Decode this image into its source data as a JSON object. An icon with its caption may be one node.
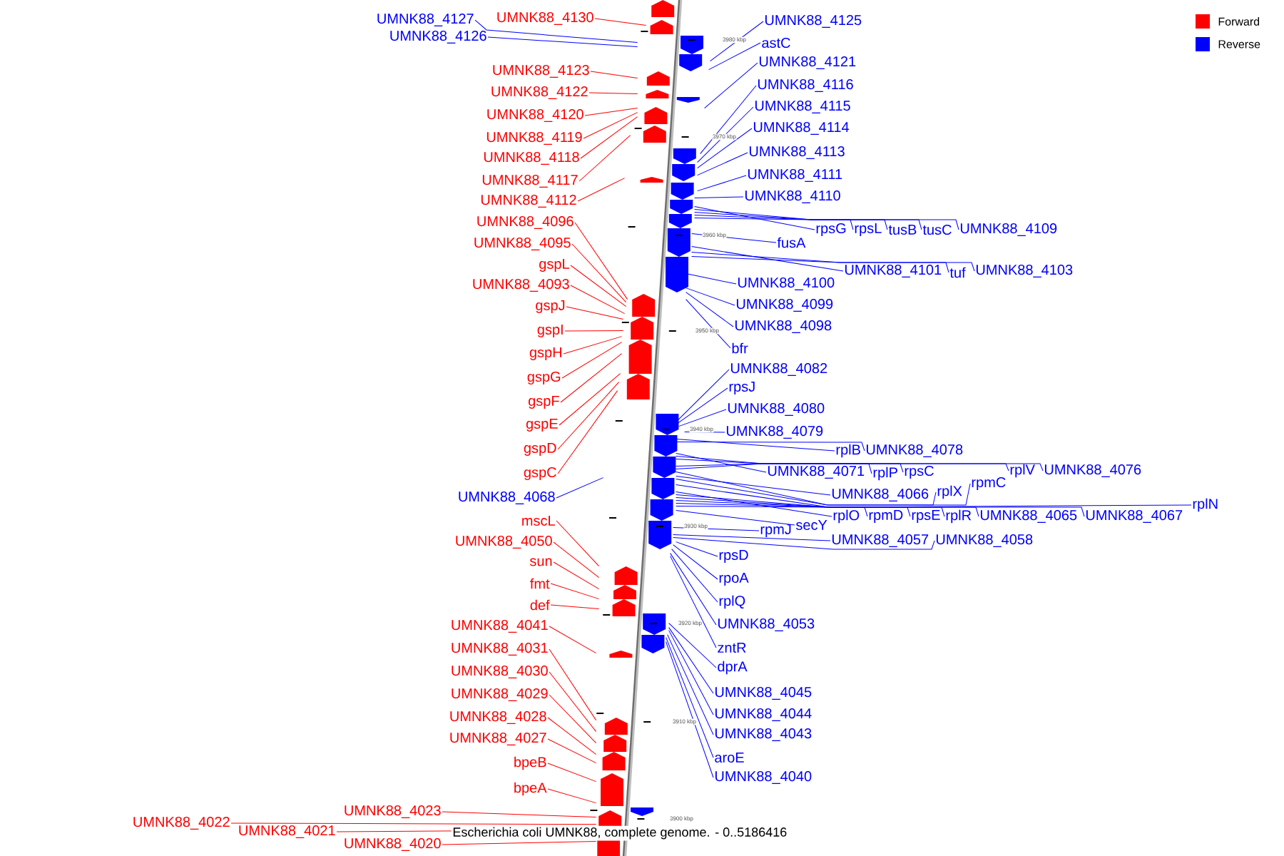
{
  "diagram": {
    "caption": "Escherichia coli UMNK88, complete genome. - 0..5186416",
    "nodes": [
      {
        "text": [
          "UMNK88_4127"
        ]
      },
      {
        "text": [
          "UMNK88_4130"
        ]
      },
      {
        "text": [
          "UMNK88_4126"
        ]
      },
      {
        "text": [
          "UMNK88_4123"
        ]
      },
      {
        "text": [
          "UMNK88_4122"
        ]
      },
      {
        "text": [
          "UMNK88_4120"
        ]
      },
      {
        "text": [
          "UMNK88_4119"
        ]
      },
      {
        "text": [
          "UMNK88_4118"
        ]
      },
      {
        "text": [
          "UMNK88_4117"
        ]
      },
      {
        "text": [
          "UMNK88_4112"
        ]
      },
      {
        "text": [
          "UMNK88_4096"
        ]
      },
      {
        "text": [
          "UMNK88_4095"
        ]
      },
      {
        "text": [
          "gspL"
        ]
      },
      {
        "text": [
          "UMNK88_4093"
        ]
      },
      {
        "text": [
          "gspJ"
        ]
      },
      {
        "text": [
          "gspI"
        ]
      },
      {
        "text": [
          "gspH"
        ]
      },
      {
        "text": [
          "gspG"
        ]
      },
      {
        "text": [
          "gspF"
        ]
      },
      {
        "text": [
          "gspE"
        ]
      },
      {
        "text": [
          "gspD"
        ]
      },
      {
        "text": [
          "gspC"
        ]
      },
      {
        "text": [
          "UMNK88_4068"
        ]
      },
      {
        "text": [
          "mscL"
        ]
      },
      {
        "text": [
          "UMNK88_4050"
        ]
      },
      {
        "text": [
          "sun"
        ]
      },
      {
        "text": [
          "fmt"
        ]
      },
      {
        "text": [
          "def"
        ]
      },
      {
        "text": [
          "UMNK88_4041"
        ]
      },
      {
        "text": [
          "UMNK88_4031"
        ]
      },
      {
        "text": [
          "UMNK88_4030"
        ]
      },
      {
        "text": [
          "UMNK88_4029"
        ]
      },
      {
        "text": [
          "UMNK88_4028"
        ]
      },
      {
        "text": [
          "UMNK88_4027"
        ]
      },
      {
        "text": [
          "bpeB"
        ]
      },
      {
        "text": [
          "bpeA"
        ]
      },
      {
        "text": [
          "UMNK88_4023"
        ]
      },
      {
        "text": [
          "UMNK88_4022"
        ]
      },
      {
        "text": [
          "UMNK88_4021"
        ]
      },
      {
        "text": [
          "UMNK88_4020"
        ]
      },
      {
        "text": [
          "UMNK88_4125"
        ]
      },
      {
        "text": [
          "astC"
        ]
      },
      {
        "text": [
          "UMNK88_4121"
        ]
      },
      {
        "text": [
          "UMNK88_4116"
        ]
      },
      {
        "text": [
          "UMNK88_4115"
        ]
      },
      {
        "text": [
          "UMNK88_4114"
        ]
      },
      {
        "text": [
          "UMNK88_4113"
        ]
      },
      {
        "text": [
          "UMNK88_4111"
        ]
      },
      {
        "text": [
          "UMNK88_4110"
        ]
      },
      {
        "text": [
          "rpsG"
        ]
      },
      {
        "text": [
          "rpsL"
        ]
      },
      {
        "text": [
          "tusB"
        ]
      },
      {
        "text": [
          "tusC"
        ]
      },
      {
        "text": [
          "UMNK88_4109"
        ]
      },
      {
        "text": [
          "fusA"
        ]
      },
      {
        "text": [
          "UMNK88_4101"
        ]
      },
      {
        "text": [
          "tuf"
        ]
      },
      {
        "text": [
          "UMNK88_4103"
        ]
      },
      {
        "text": [
          "UMNK88_4100"
        ]
      },
      {
        "text": [
          "UMNK88_4099"
        ]
      },
      {
        "text": [
          "UMNK88_4098"
        ]
      },
      {
        "text": [
          "bfr"
        ]
      },
      {
        "text": [
          "UMNK88_4082"
        ]
      },
      {
        "text": [
          "rpsJ"
        ]
      },
      {
        "text": [
          "UMNK88_4080"
        ]
      },
      {
        "text": [
          "UMNK88_4079"
        ]
      },
      {
        "text": [
          "rplB"
        ]
      },
      {
        "text": [
          "UMNK88_4078"
        ]
      },
      {
        "text": [
          "UMNK88_4071"
        ]
      },
      {
        "text": [
          "rplP"
        ]
      },
      {
        "text": [
          "rpsC"
        ]
      },
      {
        "text": [
          "rplV"
        ]
      },
      {
        "text": [
          "UMNK88_4076"
        ]
      },
      {
        "text": [
          "UMNK88_4066"
        ]
      },
      {
        "text": [
          "rplX"
        ]
      },
      {
        "text": [
          "rpmC"
        ]
      },
      {
        "text": [
          "rplO"
        ]
      },
      {
        "text": [
          "rpmD"
        ]
      },
      {
        "text": [
          "rpsE"
        ]
      },
      {
        "text": [
          "rplR"
        ]
      },
      {
        "text": [
          "UMNK88_4065"
        ]
      },
      {
        "text": [
          "UMNK88_4067"
        ]
      },
      {
        "text": [
          "rplN"
        ]
      },
      {
        "text": [
          "secY"
        ]
      },
      {
        "text": [
          "rpmJ"
        ]
      },
      {
        "text": [
          "UMNK88_4057"
        ]
      },
      {
        "text": [
          "UMNK88_4058"
        ]
      },
      {
        "text": [
          "rpsD"
        ]
      },
      {
        "text": [
          "rpoA"
        ]
      },
      {
        "text": [
          "rplQ"
        ]
      },
      {
        "text": [
          "UMNK88_4053"
        ]
      },
      {
        "text": [
          "zntR"
        ]
      },
      {
        "text": [
          "dprA"
        ]
      },
      {
        "text": [
          "UMNK88_4045"
        ]
      },
      {
        "text": [
          "UMNK88_4044"
        ]
      },
      {
        "text": [
          "UMNK88_4043"
        ]
      },
      {
        "text": [
          "aroE"
        ]
      },
      {
        "text": [
          "UMNK88_4040"
        ]
      },
      {
        "text": [],
        "shape": "picture"
      }
    ],
    "edges": [
      {
        "from": 0,
        "to": 98,
        "arrow": "none"
      },
      {
        "from": 1,
        "to": 98,
        "arrow": "none",
        "color": "#ff0000"
      },
      {
        "from": 2,
        "to": 98,
        "arrow": "none"
      },
      {
        "from": 3,
        "to": 98,
        "arrow": "none",
        "color": "#ff0000"
      },
      {
        "from": 4,
        "to": 98,
        "arrow": "none",
        "color": "#ff0000"
      },
      {
        "from": 5,
        "to": 98,
        "arrow": "none",
        "color": "#ff0000"
      },
      {
        "from": 6,
        "to": 98,
        "arrow": "none",
        "color": "#ff0000"
      },
      {
        "from": 7,
        "to": 98,
        "arrow": "none",
        "color": "#ff0000"
      },
      {
        "from": 8,
        "to": 98,
        "arrow": "none",
        "color": "#ff0000"
      },
      {
        "from": 9,
        "to": 98,
        "arrow": "none",
        "color": "#ff0000"
      },
      {
        "from": 10,
        "to": 98,
        "arrow": "none",
        "color": "#ff0000"
      },
      {
        "from": 11,
        "to": 98,
        "arrow": "none",
        "color": "#ff0000"
      },
      {
        "from": 12,
        "to": 98,
        "arrow": "none",
        "color": "#ff0000"
      },
      {
        "from": 13,
        "to": 98,
        "arrow": "none",
        "color": "#ff0000"
      },
      {
        "from": 14,
        "to": 98,
        "arrow": "none",
        "color": "#ff0000"
      },
      {
        "from": 15,
        "to": 98,
        "arrow": "none",
        "color": "#ff0000"
      },
      {
        "from": 16,
        "to": 98,
        "arrow": "none",
        "color": "#ff0000"
      },
      {
        "from": 17,
        "to": 98,
        "arrow": "none",
        "color": "#ff0000"
      },
      {
        "from": 18,
        "to": 98,
        "arrow": "none",
        "color": "#ff0000"
      },
      {
        "from": 19,
        "to": 98,
        "arrow": "none",
        "color": "#ff0000"
      },
      {
        "from": 20,
        "to": 98,
        "arrow": "none",
        "color": "#ff0000"
      },
      {
        "from": 21,
        "to": 98,
        "arrow": "none",
        "color": "#ff0000"
      },
      {
        "from": 22,
        "to": 98,
        "arrow": "none"
      },
      {
        "from": 23,
        "to": 98,
        "arrow": "none",
        "color": "#ff0000"
      },
      {
        "from": 24,
        "to": 98,
        "arrow": "none",
        "color": "#ff0000"
      },
      {
        "from": 25,
        "to": 98,
        "arrow": "none",
        "color": "#ff0000"
      },
      {
        "from": 26,
        "to": 98,
        "arrow": "none",
        "color": "#ff0000"
      },
      {
        "from": 27,
        "to": 98,
        "arrow": "none",
        "color": "#ff0000"
      },
      {
        "from": 28,
        "to": 98,
        "arrow": "none",
        "color": "#ff0000"
      },
      {
        "from": 29,
        "to": 98,
        "arrow": "none",
        "color": "#ff0000"
      },
      {
        "from": 30,
        "to": 98,
        "arrow": "none",
        "color": "#ff0000"
      },
      {
        "from": 31,
        "to": 98,
        "arrow": "none",
        "color": "#ff0000"
      },
      {
        "from": 32,
        "to": 98,
        "arrow": "none",
        "color": "#ff0000"
      },
      {
        "from": 33,
        "to": 98,
        "arrow": "none",
        "color": "#ff0000"
      },
      {
        "from": 34,
        "to": 98,
        "arrow": "none",
        "color": "#ff0000"
      },
      {
        "from": 35,
        "to": 98,
        "arrow": "none",
        "color": "#ff0000"
      },
      {
        "from": 36,
        "to": 98,
        "arrow": "none",
        "color": "#ff0000"
      },
      {
        "from": 37,
        "to": 98,
        "arrow": "none",
        "color": "#ff0000"
      },
      {
        "from": 38,
        "to": 98,
        "arrow": "none",
        "color": "#ff0000"
      },
      {
        "from": 39,
        "to": 98,
        "arrow": "none",
        "color": "#ff0000"
      },
      {
        "from": 40,
        "to": 98,
        "arrow": "none"
      },
      {
        "from": 41,
        "to": 98,
        "arrow": "none"
      },
      {
        "from": 42,
        "to": 98,
        "arrow": "none"
      },
      {
        "from": 43,
        "to": 98,
        "arrow": "none"
      },
      {
        "from": 44,
        "to": 98,
        "arrow": "none"
      },
      {
        "from": 45,
        "to": 98,
        "arrow": "none"
      },
      {
        "from": 46,
        "to": 98,
        "arrow": "none"
      },
      {
        "from": 47,
        "to": 98,
        "arrow": "none"
      },
      {
        "from": 48,
        "to": 98,
        "arrow": "none"
      },
      {
        "from": 49,
        "to": 98,
        "arrow": "none"
      },
      {
        "from": 50,
        "to": 98,
        "arrow": "none"
      },
      {
        "from": 51,
        "to": 98,
        "arrow": "none"
      },
      {
        "from": 52,
        "to": 98,
        "arrow": "none"
      },
      {
        "from": 53,
        "to": 98,
        "arrow": "none"
      },
      {
        "from": 54,
        "to": 98,
        "arrow": "none"
      },
      {
        "from": 55,
        "to": 98,
        "arrow": "none"
      },
      {
        "from": 56,
        "to": 98,
        "arrow": "none"
      },
      {
        "from": 57,
        "to": 98,
        "arrow": "none"
      },
      {
        "from": 58,
        "to": 98,
        "arrow": "none"
      },
      {
        "from": 59,
        "to": 98,
        "arrow": "none"
      },
      {
        "from": 60,
        "to": 98,
        "arrow": "none"
      },
      {
        "from": 61,
        "to": 98,
        "arrow": "none"
      },
      {
        "from": 62,
        "to": 98,
        "arrow": "none"
      },
      {
        "from": 63,
        "to": 98,
        "arrow": "none"
      },
      {
        "from": 64,
        "to": 98,
        "arrow": "none"
      },
      {
        "from": 65,
        "to": 98,
        "arrow": "none"
      },
      {
        "from": 66,
        "to": 98,
        "arrow": "none"
      },
      {
        "from": 67,
        "to": 98,
        "arrow": "none"
      },
      {
        "from": 68,
        "to": 98,
        "arrow": "none"
      },
      {
        "from": 69,
        "to": 98,
        "arrow": "none"
      },
      {
        "from": 70,
        "to": 98,
        "arrow": "none"
      },
      {
        "from": 71,
        "to": 98,
        "arrow": "none"
      },
      {
        "from": 72,
        "to": 98,
        "arrow": "none"
      },
      {
        "from": 73,
        "to": 98,
        "arrow": "none"
      },
      {
        "from": 74,
        "to": 98,
        "arrow": "none"
      },
      {
        "from": 75,
        "to": 98,
        "arrow": "none"
      },
      {
        "from": 76,
        "to": 98,
        "arrow": "none"
      },
      {
        "from": 77,
        "to": 98,
        "arrow": "none"
      },
      {
        "from": 78,
        "to": 98,
        "arrow": "none"
      },
      {
        "from": 79,
        "to": 98,
        "arrow": "none"
      },
      {
        "from": 80,
        "to": 98,
        "arrow": "none"
      },
      {
        "from": 81,
        "to": 98,
        "arrow": "none"
      },
      {
        "from": 82,
        "to": 98,
        "arrow": "none"
      },
      {
        "from": 83,
        "to": 98,
        "arrow": "none"
      },
      {
        "from": 84,
        "to": 98,
        "arrow": "none"
      },
      {
        "from": 85,
        "to": 98,
        "arrow": "none"
      },
      {
        "from": 86,
        "to": 98,
        "arrow": "none"
      },
      {
        "from": 87,
        "to": 98,
        "arrow": "none"
      },
      {
        "from": 88,
        "to": 98,
        "arrow": "none"
      },
      {
        "from": 89,
        "to": 98,
        "arrow": "none"
      },
      {
        "from": 90,
        "to": 98,
        "arrow": "none"
      },
      {
        "from": 91,
        "to": 98,
        "arrow": "none"
      },
      {
        "from": 92,
        "to": 98,
        "arrow": "none"
      },
      {
        "from": 93,
        "to": 98,
        "arrow": "none"
      },
      {
        "from": 94,
        "to": 98,
        "arrow": "none"
      },
      {
        "from": 95,
        "to": 98,
        "arrow": "none"
      },
      {
        "from": 96,
        "to": 98,
        "arrow": "none"
      },
      {
        "from": 97,
        "to": 98,
        "arrow": "none"
      }
    ],
    "labels": [
      "3980 kbp",
      "3970 kbp",
      "3960 kbp",
      "3950 kbp",
      "3940 kbp",
      "3930 kbp",
      "3920 kbp",
      "3910 kbp",
      "3900 kbp"
    ],
    "legend": [
      {
        "text": "Forward",
        "color": "#ff0000"
      },
      {
        "text": "Reverse",
        "color": "#0000ff"
      }
    ]
  }
}
